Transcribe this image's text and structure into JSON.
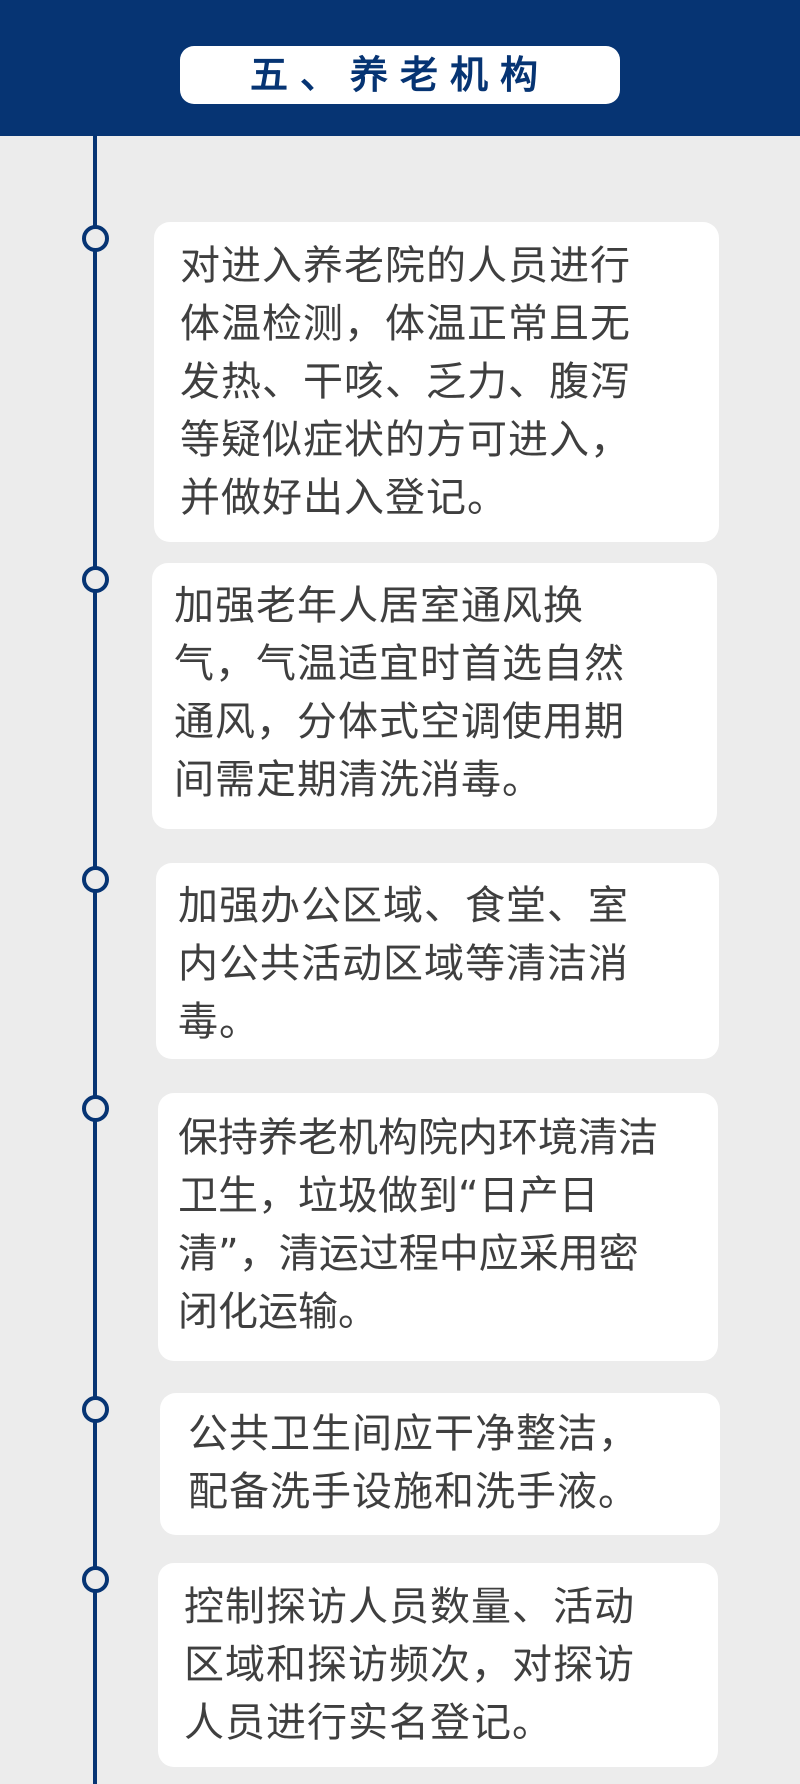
{
  "title": "五、养老机构",
  "colors": {
    "primary": "#063473",
    "background": "#ececec",
    "card": "#ffffff",
    "text": "#3f3f3f"
  },
  "items": [
    {
      "lines": [
        "对进入养老院的人员进行",
        "体温检测，体温正常且无",
        "发热、干咳、乏力、腹泻",
        "等疑似症状的方可进入，",
        "并做好出入登记。"
      ]
    },
    {
      "lines": [
        "加强老年人居室通风换",
        "气，气温适宜时首选自然",
        "通风，分体式空调使用期",
        "间需定期清洗消毒。"
      ]
    },
    {
      "lines": [
        "加强办公区域、食堂、室",
        "内公共活动区域等清洁消",
        "毒。"
      ]
    },
    {
      "lines": [
        "保持养老机构院内环境清洁",
        "卫生，垃圾做到“日产日",
        "清”，清运过程中应采用密",
        "闭化运输。"
      ]
    },
    {
      "lines": [
        "公共卫生间应干净整洁，",
        "配备洗手设施和洗手液。"
      ]
    },
    {
      "lines": [
        "控制探访人员数量、活动",
        "区域和探访频次，对探访",
        "人员进行实名登记。"
      ]
    }
  ]
}
